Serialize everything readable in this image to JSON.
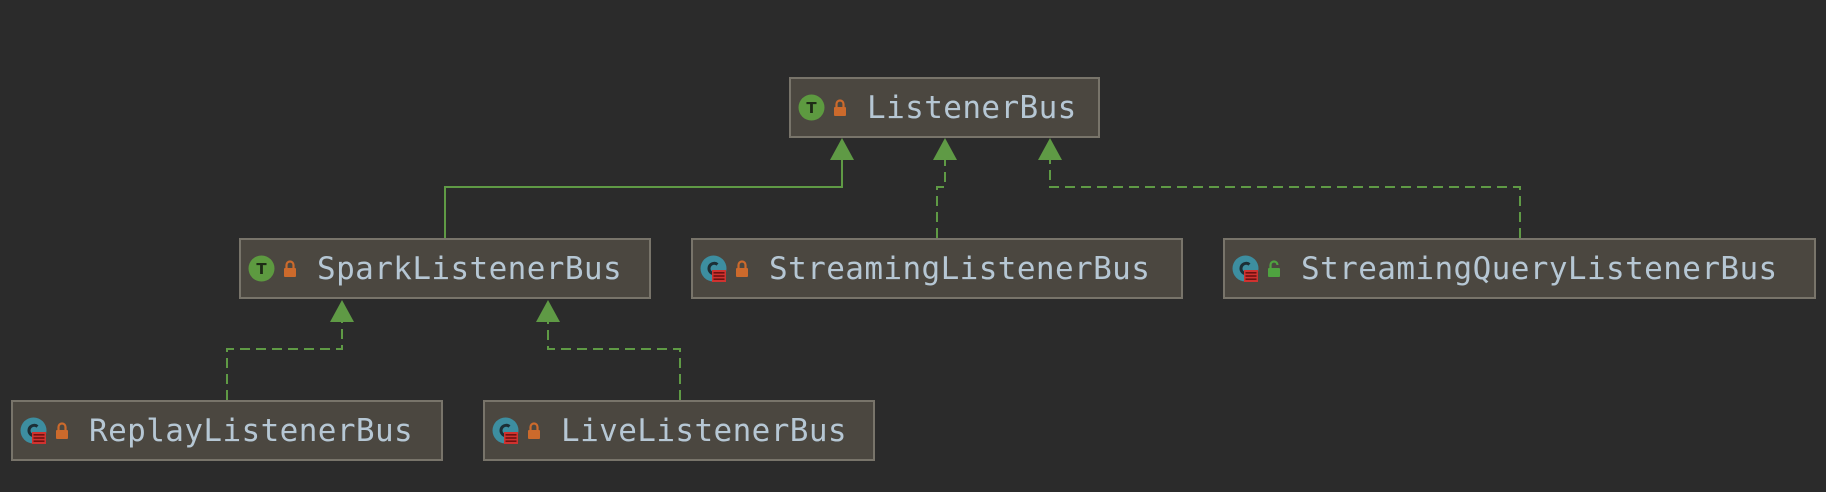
{
  "colors": {
    "background": "#2b2b2b",
    "node_fill": "#4b4740",
    "node_border": "#78746a",
    "label_text": "#b6c7d4",
    "edge": "#5f9a45",
    "trait_icon": "#5d9a40",
    "class_icon": "#3d8ea0",
    "private_lock": "#cc6a2c",
    "public_lock": "#4fa340"
  },
  "nodes": {
    "listener_bus": {
      "label": "ListenerBus",
      "kind": "trait",
      "kind_icon": "trait-icon",
      "kind_letter": "T",
      "visibility": "private"
    },
    "spark_listener_bus": {
      "label": "SparkListenerBus",
      "kind": "trait",
      "kind_icon": "trait-icon",
      "kind_letter": "T",
      "visibility": "private"
    },
    "streaming_listener_bus": {
      "label": "StreamingListenerBus",
      "kind": "class",
      "kind_icon": "class-icon",
      "visibility": "private"
    },
    "streaming_query_listener_bus": {
      "label": "StreamingQueryListenerBus",
      "kind": "class",
      "kind_icon": "class-icon",
      "visibility": "public"
    },
    "replay_listener_bus": {
      "label": "ReplayListenerBus",
      "kind": "class",
      "kind_icon": "class-icon",
      "visibility": "private"
    },
    "live_listener_bus": {
      "label": "LiveListenerBus",
      "kind": "class",
      "kind_icon": "class-icon",
      "visibility": "private"
    }
  },
  "edges": [
    {
      "from": "spark_listener_bus",
      "to": "listener_bus",
      "style": "solid"
    },
    {
      "from": "streaming_listener_bus",
      "to": "listener_bus",
      "style": "dashed"
    },
    {
      "from": "streaming_query_listener_bus",
      "to": "listener_bus",
      "style": "dashed"
    },
    {
      "from": "replay_listener_bus",
      "to": "spark_listener_bus",
      "style": "dashed"
    },
    {
      "from": "live_listener_bus",
      "to": "spark_listener_bus",
      "style": "dashed"
    }
  ]
}
